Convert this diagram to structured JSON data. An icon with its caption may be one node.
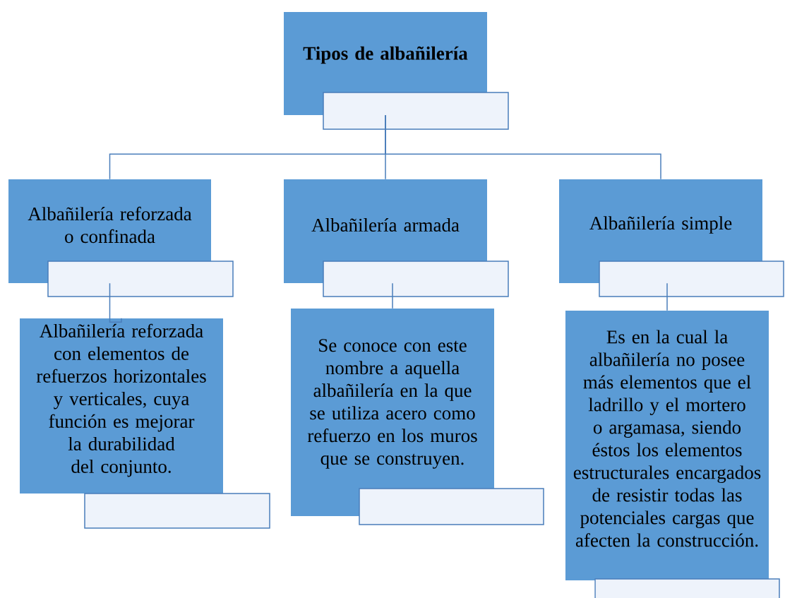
{
  "diagram": {
    "nodes": [
      {
        "text": [
          "Tipos de albañilería"
        ]
      },
      {
        "text": [
          "Albañilería reforzada o confinada"
        ]
      },
      {
        "text": [
          "Albañilería armada"
        ]
      },
      {
        "text": [
          "Albañilería simple"
        ]
      },
      {
        "text": [
          "Albañilería reforzada con elementos de refuerzos horizontales y verticales, cuya función es mejorar la durabilidad del conjunto."
        ]
      },
      {
        "text": [
          "Se conoce con este nombre a aquella albañilería en la que se utiliza acero como refuerzo en los muros que se construyen."
        ]
      },
      {
        "text": [
          "Es en la cual la albañilería no posee más elementos que el ladrillo y el mortero o argamasa, siendo éstos los elementos estructurales encargados de resistir todas las potenciales cargas que afecten la construcción."
        ]
      }
    ],
    "edges": [
      {
        "from": 0,
        "to": 1,
        "arrow": "none"
      },
      {
        "from": 0,
        "to": 2,
        "arrow": "none"
      },
      {
        "from": 0,
        "to": 3,
        "arrow": "none"
      },
      {
        "from": 1,
        "to": 4,
        "arrow": "none"
      },
      {
        "from": 2,
        "to": 5,
        "arrow": "none"
      },
      {
        "from": 3,
        "to": 6,
        "arrow": "none"
      }
    ]
  }
}
